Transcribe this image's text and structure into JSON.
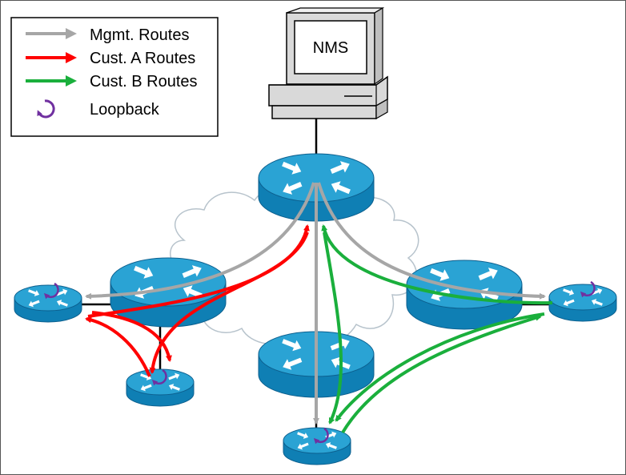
{
  "legend": {
    "items": [
      {
        "key": "mgmt",
        "label": "Mgmt. Routes",
        "color": "#a6a6a6"
      },
      {
        "key": "custA",
        "label": "Cust. A Routes",
        "color": "#ff0000"
      },
      {
        "key": "custB",
        "label": "Cust. B Routes",
        "color": "#1aaf3c"
      },
      {
        "key": "loop",
        "label": "Loopback",
        "color": "#7030a0",
        "icon": "loopback-icon"
      }
    ]
  },
  "nms": {
    "label": "NMS"
  },
  "colors": {
    "router_top": "#2aa3d4",
    "router_side": "#0f7fb4",
    "router_edge": "#0c5f8e",
    "cloud_stroke": "#b7c3cc",
    "mgmt": "#a6a6a6",
    "custA": "#ff0000",
    "custB": "#1aaf3c",
    "loopback": "#7030a0"
  }
}
